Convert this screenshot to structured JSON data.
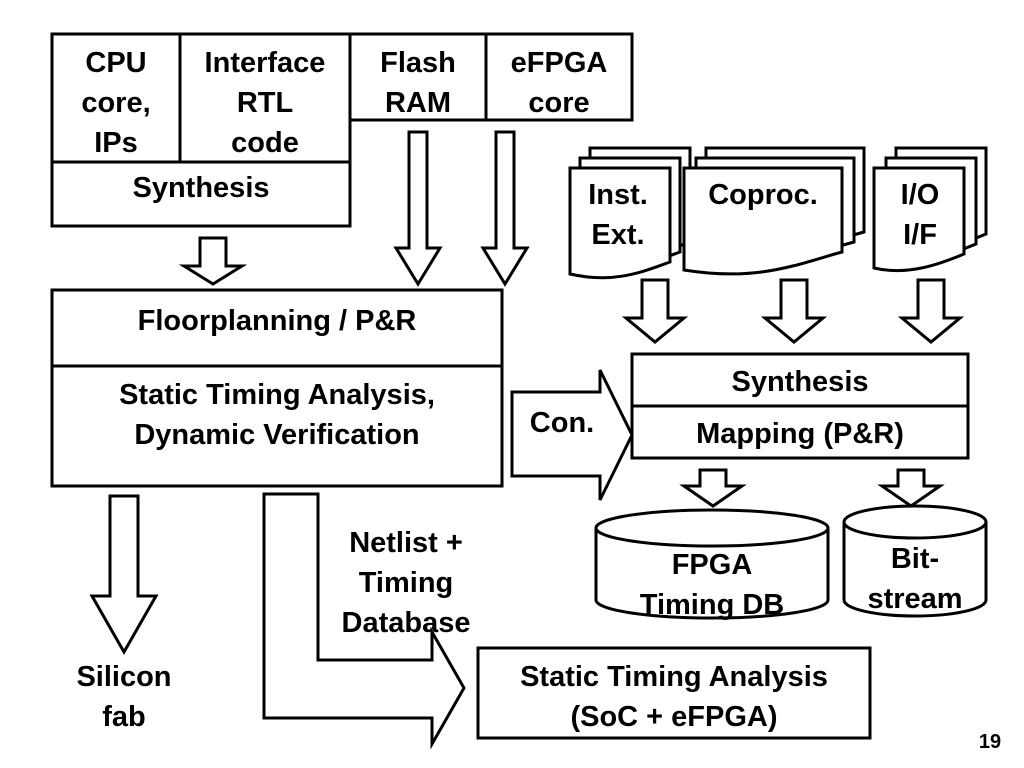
{
  "top_blocks": {
    "cpu_core_ips": [
      "CPU",
      "core,",
      "IPs"
    ],
    "interface_rtl_code": [
      "Interface",
      "RTL",
      "code"
    ],
    "flash_ram": [
      "Flash",
      "RAM"
    ],
    "efpga_core": [
      "eFPGA",
      "core"
    ],
    "synthesis": "Synthesis"
  },
  "documents": {
    "inst_ext": [
      "Inst.",
      "Ext."
    ],
    "coproc": "Coproc.",
    "io_if": [
      "I/O",
      "I/F"
    ]
  },
  "asic_flow": {
    "floorplanning": "Floorplanning / P&R",
    "sta_dynamic": [
      "Static Timing Analysis,",
      "Dynamic Verification"
    ]
  },
  "constraints_arrow": "Con.",
  "fpga_flow": {
    "synthesis": "Synthesis",
    "mapping": "Mapping (P&R)"
  },
  "databases": {
    "fpga_timing_db": [
      "FPGA",
      "Timing DB"
    ],
    "bitstream": [
      "Bit-",
      "stream"
    ]
  },
  "silicon_fab": [
    "Silicon",
    "fab"
  ],
  "netlist_label": [
    "Netlist +",
    "Timing",
    "Database"
  ],
  "final_sta": [
    "Static Timing Analysis",
    "(SoC + eFPGA)"
  ],
  "page_number": "19"
}
